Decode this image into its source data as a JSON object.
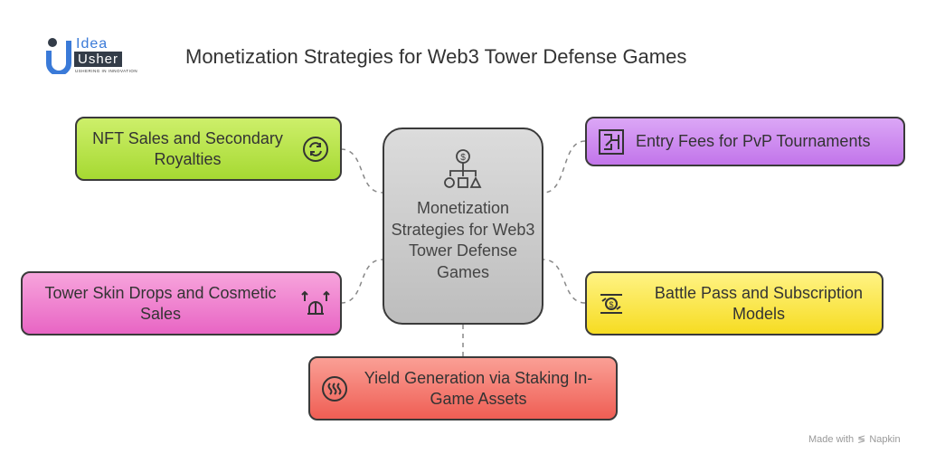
{
  "logo": {
    "line1": "Idea",
    "line2": "Usher",
    "tagline": "USHERING IN INNOVATION"
  },
  "title": "Monetization Strategies for Web3 Tower Defense Games",
  "center": {
    "label": "Monetization Strategies for Web3 Tower Defense Games",
    "icon": "dollar-hierarchy-icon"
  },
  "nodes": [
    {
      "label": "NFT Sales and Secondary Royalties",
      "icon": "cycle-arrows-icon",
      "color": "#b8e43c"
    },
    {
      "label": "Entry Fees for PvP Tournaments",
      "icon": "tournament-bracket-icon",
      "color": "#cd8af0"
    },
    {
      "label": "Tower Skin Drops and Cosmetic Sales",
      "icon": "tower-upgrade-icon",
      "color": "#f07ccd"
    },
    {
      "label": "Battle Pass and Subscription Models",
      "icon": "exchange-coin-icon",
      "color": "#fbe84a"
    },
    {
      "label": "Yield Generation via Staking In-Game Assets",
      "icon": "heat-yield-icon",
      "color": "#f47a70"
    }
  ],
  "footer": {
    "made_with": "Made with",
    "brand": "Napkin"
  }
}
